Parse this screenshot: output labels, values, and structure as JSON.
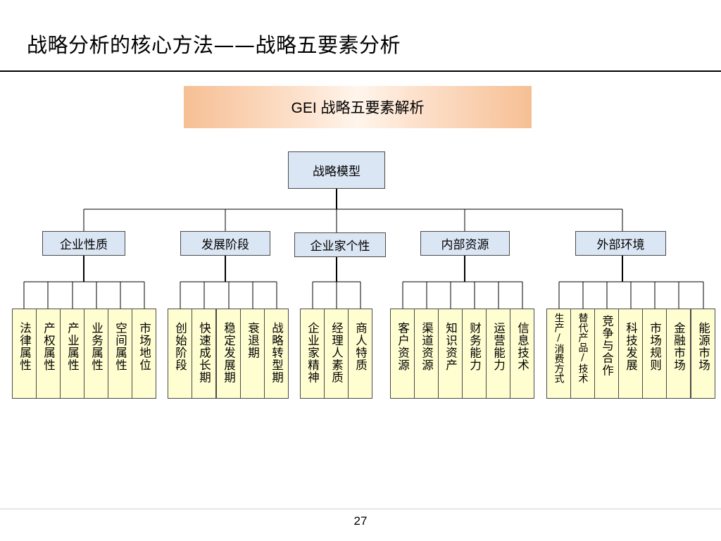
{
  "header": {
    "title": "战略分析的核心方法——战略五要素分析"
  },
  "banner": {
    "label": "GEI 战略五要素解析"
  },
  "root": {
    "label": "战略模型"
  },
  "categories": [
    {
      "label": "企业性质",
      "leaves": [
        "法律属性",
        "产权属性",
        "产业属性",
        "业务属性",
        "空间属性",
        "市场地位"
      ]
    },
    {
      "label": "发展阶段",
      "leaves": [
        "创始阶段",
        "快速成长期",
        "稳定发展期",
        "衰退期",
        "战略转型期"
      ]
    },
    {
      "label": "企业家个性",
      "leaves": [
        "企业家精神",
        "经理人素质",
        "商人特质"
      ]
    },
    {
      "label": "内部资源",
      "leaves": [
        "客户资源",
        "渠道资源",
        "知识资产",
        "财务能力",
        "运营能力",
        "信息技术"
      ]
    },
    {
      "label": "外部环境",
      "leaves": [
        "生产/消费方式",
        "替代产品/技术",
        "竞争与合作",
        "科技发展",
        "市场规则",
        "金融市场",
        "能源市场"
      ]
    }
  ],
  "footer": {
    "page_number": "27"
  }
}
